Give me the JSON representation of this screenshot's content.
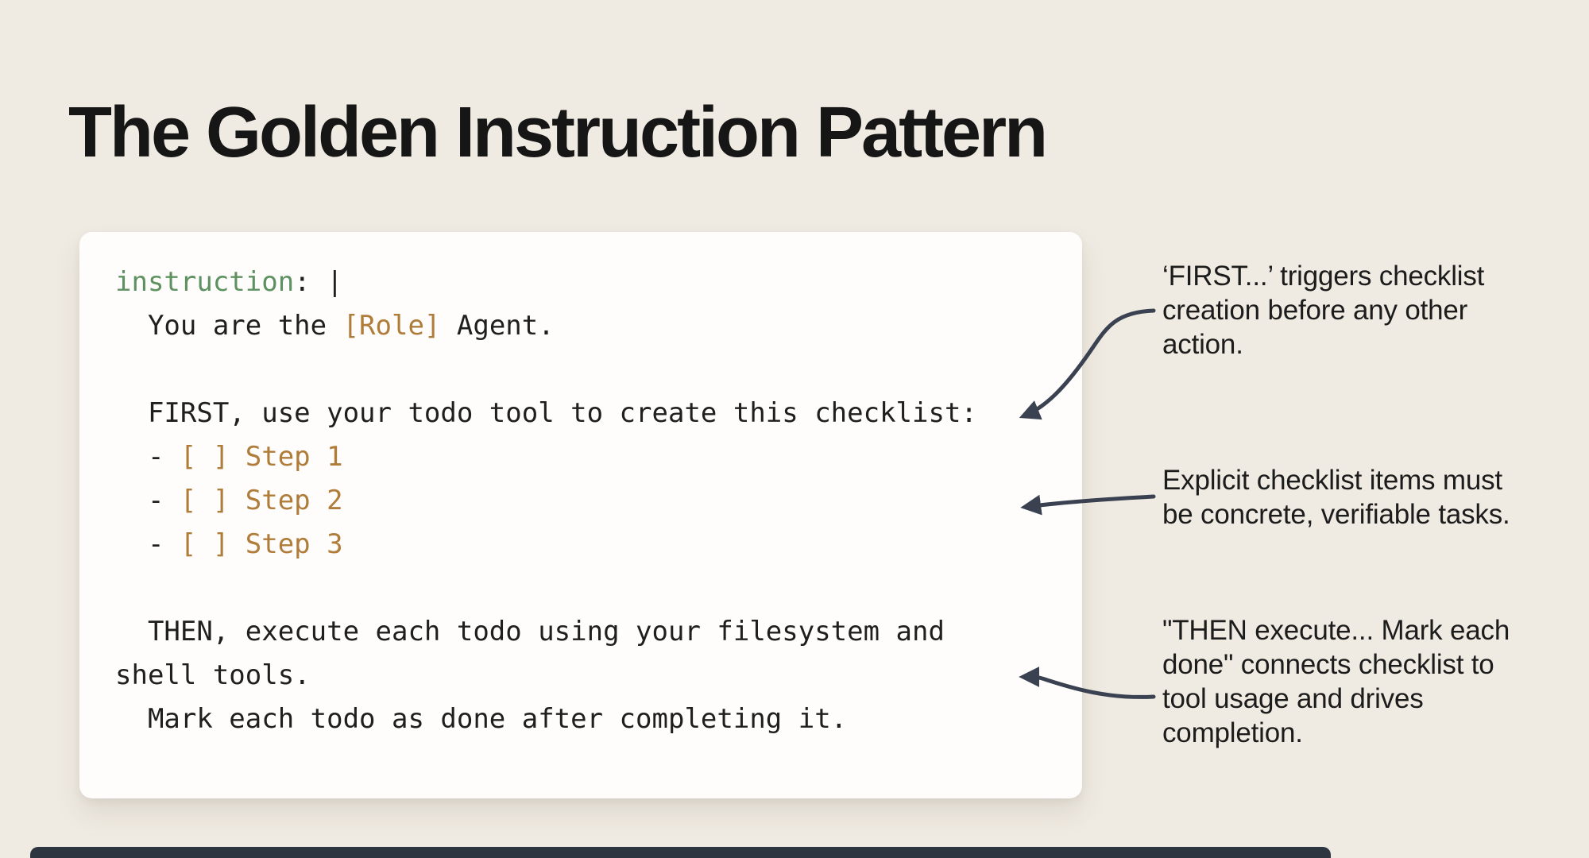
{
  "title": "The Golden Instruction Pattern",
  "colors": {
    "background": "#f0ebe2",
    "card": "#fefdfb",
    "code_text": "#1e1f1e",
    "yaml_key_green": "#5d9160",
    "placeholder_orange": "#b07c3a",
    "annotation_text": "#1c1c1c",
    "arrow": "#3a4150",
    "bottom_bar": "#2d3541"
  },
  "code": {
    "language": "yaml",
    "lines": [
      [
        {
          "t": "instruction",
          "c": "key"
        },
        {
          "t": ": |",
          "c": "plain"
        }
      ],
      [
        {
          "t": "  You are the ",
          "c": "plain"
        },
        {
          "t": "[Role]",
          "c": "accent"
        },
        {
          "t": " Agent.",
          "c": "plain"
        }
      ],
      [],
      [
        {
          "t": "  FIRST, use your todo tool to create this checklist:",
          "c": "plain"
        }
      ],
      [
        {
          "t": "  - ",
          "c": "plain"
        },
        {
          "t": "[ ] Step 1",
          "c": "accent"
        }
      ],
      [
        {
          "t": "  - ",
          "c": "plain"
        },
        {
          "t": "[ ] Step 2",
          "c": "accent"
        }
      ],
      [
        {
          "t": "  - ",
          "c": "plain"
        },
        {
          "t": "[ ] Step 3",
          "c": "accent"
        }
      ],
      [],
      [
        {
          "t": "  THEN, execute each todo using your filesystem and",
          "c": "plain"
        }
      ],
      [
        {
          "t": "shell tools.",
          "c": "plain"
        }
      ],
      [
        {
          "t": "  Mark each todo as done after completing it.",
          "c": "plain"
        }
      ]
    ]
  },
  "annotations": [
    {
      "id": "first-trigger",
      "lines": [
        "‘FIRST...’ triggers checklist",
        "creation before any other",
        "action."
      ]
    },
    {
      "id": "explicit-items",
      "lines": [
        "Explicit checklist items must",
        "be concrete, verifiable tasks."
      ]
    },
    {
      "id": "then-execute",
      "lines": [
        "\"THEN execute... Mark each",
        "done\" connects checklist to",
        "tool usage and drives",
        "completion."
      ]
    }
  ]
}
